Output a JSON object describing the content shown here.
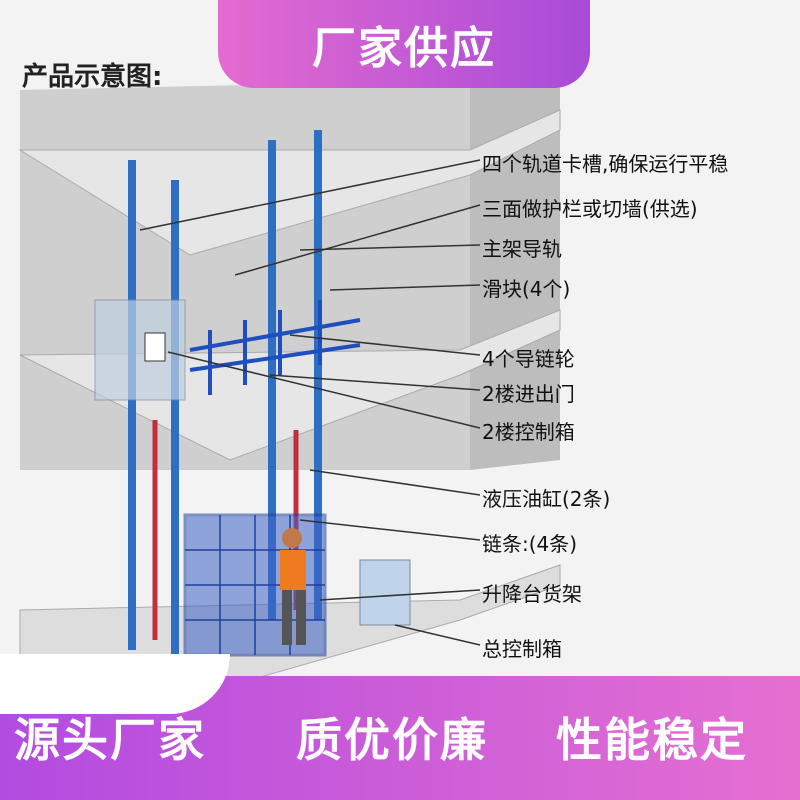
{
  "badge": {
    "text": "厂家供应"
  },
  "diagram": {
    "title": "产品示意图:",
    "callouts": [
      "四个轨道卡槽,确保运行平稳",
      "三面做护栏或切墙(供选)",
      "主架导轨",
      "滑块(4个)",
      "4个导链轮",
      "2楼进出门",
      "2楼控制箱",
      "液压油缸(2条)",
      "链条:(4条)",
      "升降台货架",
      "总控制箱"
    ]
  },
  "slogans": [
    "源头厂家",
    "质优价廉",
    "性能稳定"
  ],
  "colors": {
    "badge": "#d35fd3",
    "band": "#c25ae0",
    "rail": "#2e6fc4",
    "floor": "#dcdcdc"
  }
}
